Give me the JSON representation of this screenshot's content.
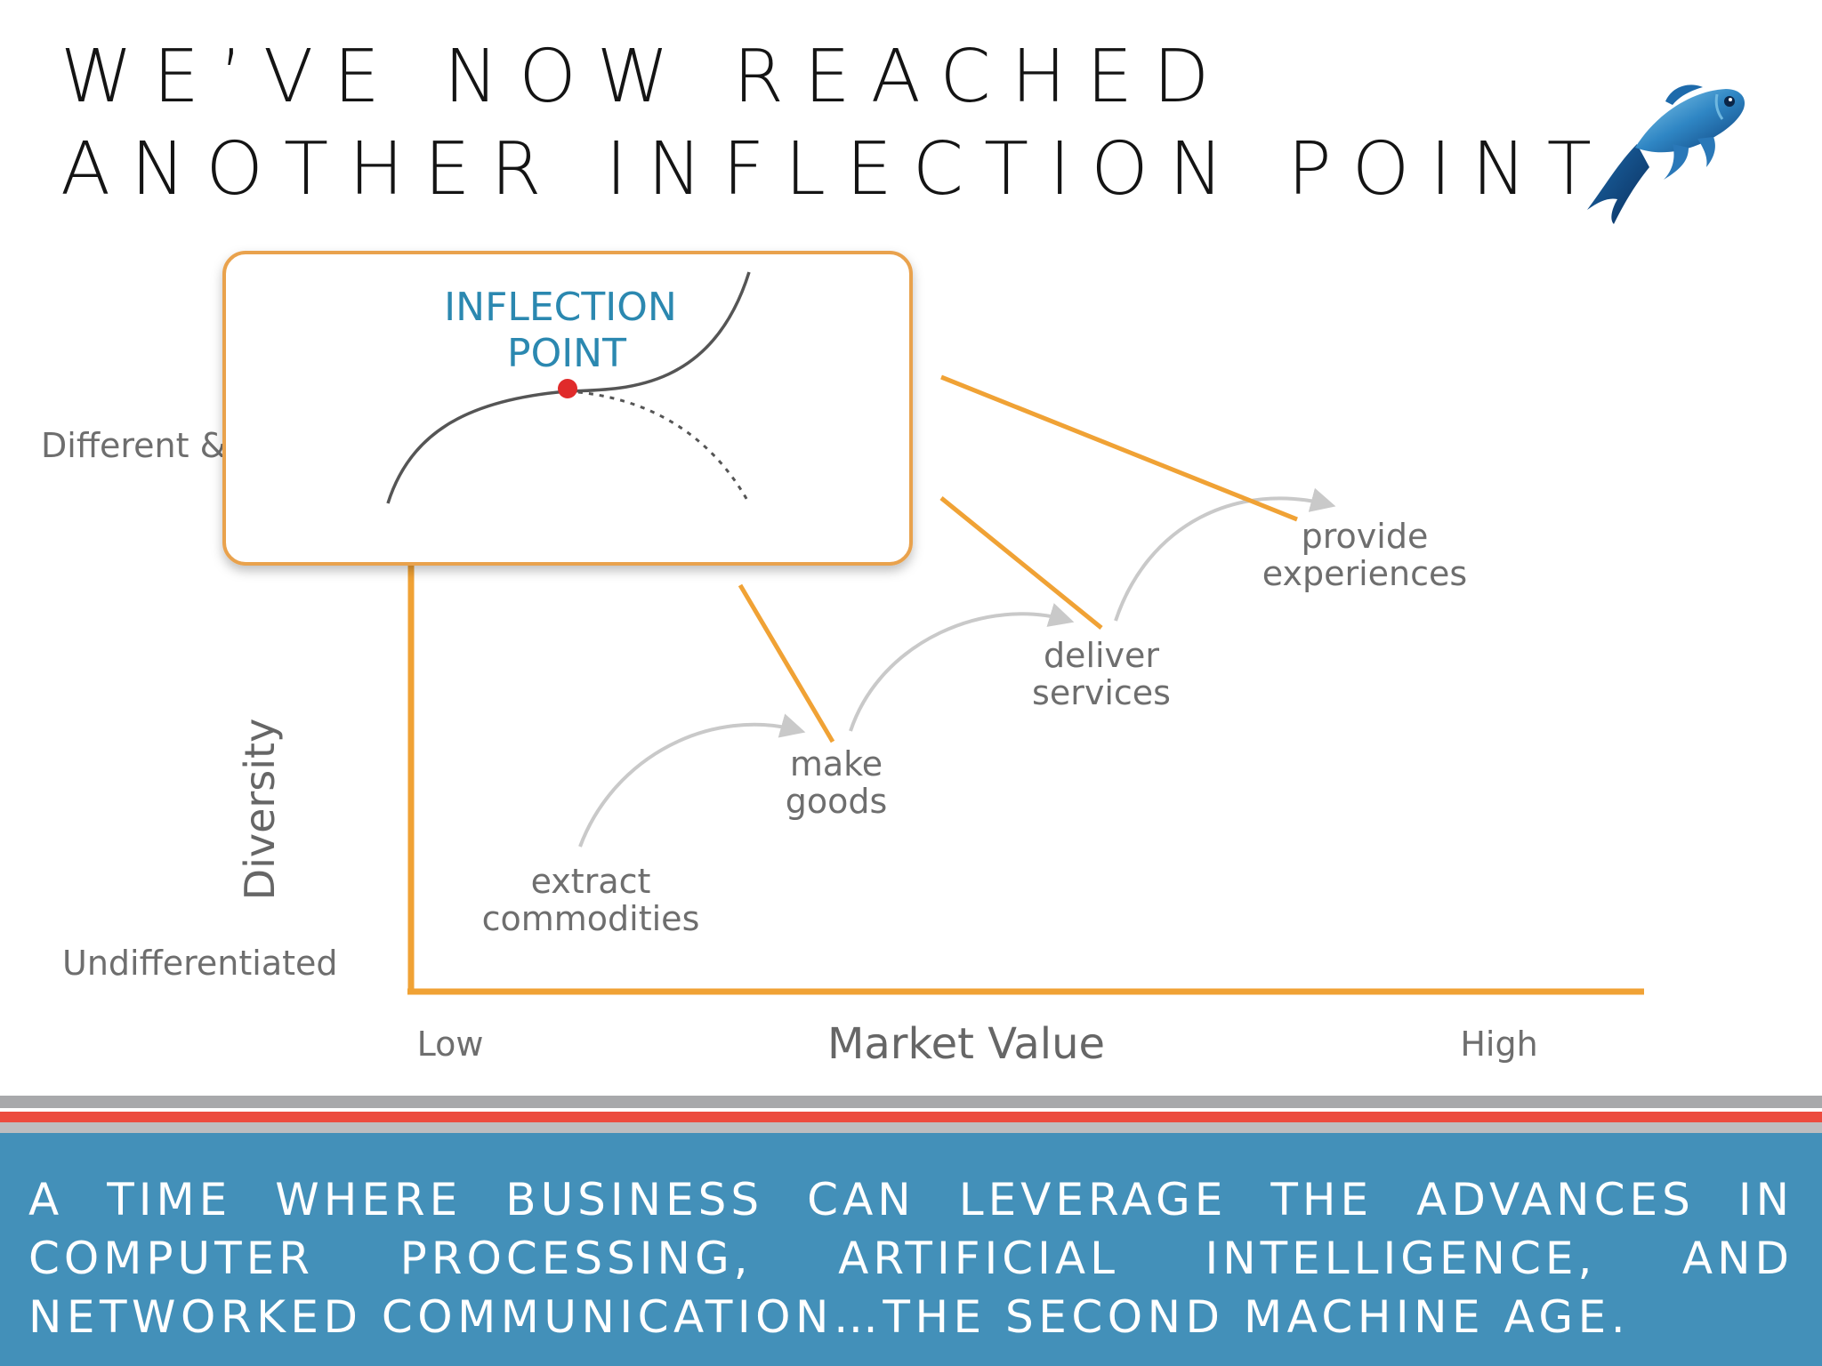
{
  "slide": {
    "title_lines": [
      "WE’VE NOW REACHED",
      "ANOTHER INFLECTION POINT"
    ],
    "caption_lines": [
      "A TIME WHERE BUSINESS CAN LEVERAGE THE ADVANCES IN",
      "COMPUTER PROCESSING, ARTIFICIAL INTELLIGENCE, AND",
      "NETWORKED COMMUNICATION…THE SECOND MACHINE AGE."
    ]
  },
  "diagram": {
    "y_axis_title": "Diversity",
    "y_label_top": "Different &",
    "y_label_bottom": "Undifferentiated",
    "x_axis_title": "Market Value",
    "x_label_low": "Low",
    "x_label_high": "High",
    "stages": [
      {
        "line1": "extract",
        "line2": "commodities"
      },
      {
        "line1": "make",
        "line2": "goods"
      },
      {
        "line1": "deliver",
        "line2": "services"
      },
      {
        "line1": "provide",
        "line2": "experiences"
      }
    ],
    "callout": {
      "label_line1": "INFLECTION",
      "label_line2": "POINT"
    }
  },
  "colors": {
    "axis_orange": "#f0a235",
    "callout_border": "#e9a24e",
    "inflection_label": "#2b88b0",
    "inflection_dot": "#e02b2b",
    "caption_panel": "#4390b9",
    "stripe_red": "#ec4b3e",
    "stripe_grey": "#a8a9ab"
  },
  "icons": {
    "logo": "blue-fish-icon"
  }
}
